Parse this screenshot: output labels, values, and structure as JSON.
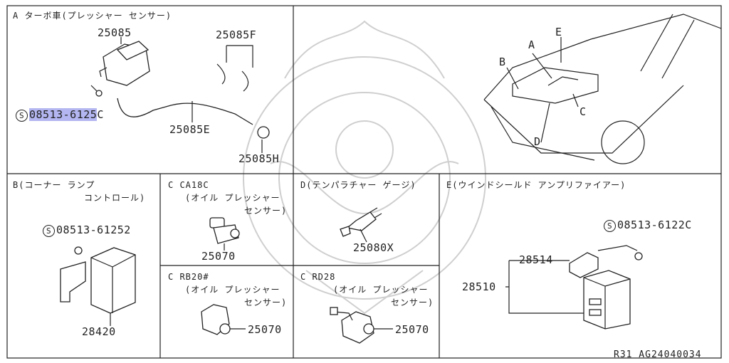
{
  "panels": {
    "A": {
      "title": "A ターボ車(プレッシャー センサー)",
      "parts": {
        "p1": "25085",
        "p2": "25085F",
        "p3": "25085E",
        "p4": "25085H",
        "bolt": "08513-6125",
        "bolt_suffix": "C",
        "bolt_mark": "S"
      }
    },
    "car": {
      "labels": {
        "a": "A",
        "b": "B",
        "c": "C",
        "d": "D",
        "e": "E"
      }
    },
    "B": {
      "title_line1": "B(コーナー ランプ",
      "title_line2": "コントロール)",
      "parts": {
        "bolt": "08513-61252",
        "bolt_mark": "S",
        "p1": "28420"
      }
    },
    "C1": {
      "title_line1": "C CA18C",
      "title_line2": "(オイル プレッシャー",
      "title_line3": "センサー)",
      "parts": {
        "p1": "25070"
      }
    },
    "D": {
      "title": "D(テンパラチャー ゲージ)",
      "parts": {
        "p1": "25080X"
      }
    },
    "E": {
      "title": "E(ウインドシールド アンプリファイアー)",
      "parts": {
        "bolt": "08513-6122C",
        "bolt_mark": "S",
        "p1": "28514",
        "p2": "28510"
      }
    },
    "C2": {
      "title_line1": "C RB20#",
      "title_line2": "(オイル プレッシャー",
      "title_line3": "センサー)",
      "parts": {
        "p1": "25070"
      }
    },
    "C3": {
      "title_line1": "C RD28",
      "title_line2": "(オイル プレッシャー",
      "title_line3": "センサー)",
      "parts": {
        "p1": "25070"
      }
    }
  },
  "footer": {
    "code": "R31 AG24040034"
  },
  "colors": {
    "highlight": "#b3b6f0",
    "line": "#222222",
    "watermark": "#cfcfcf"
  }
}
